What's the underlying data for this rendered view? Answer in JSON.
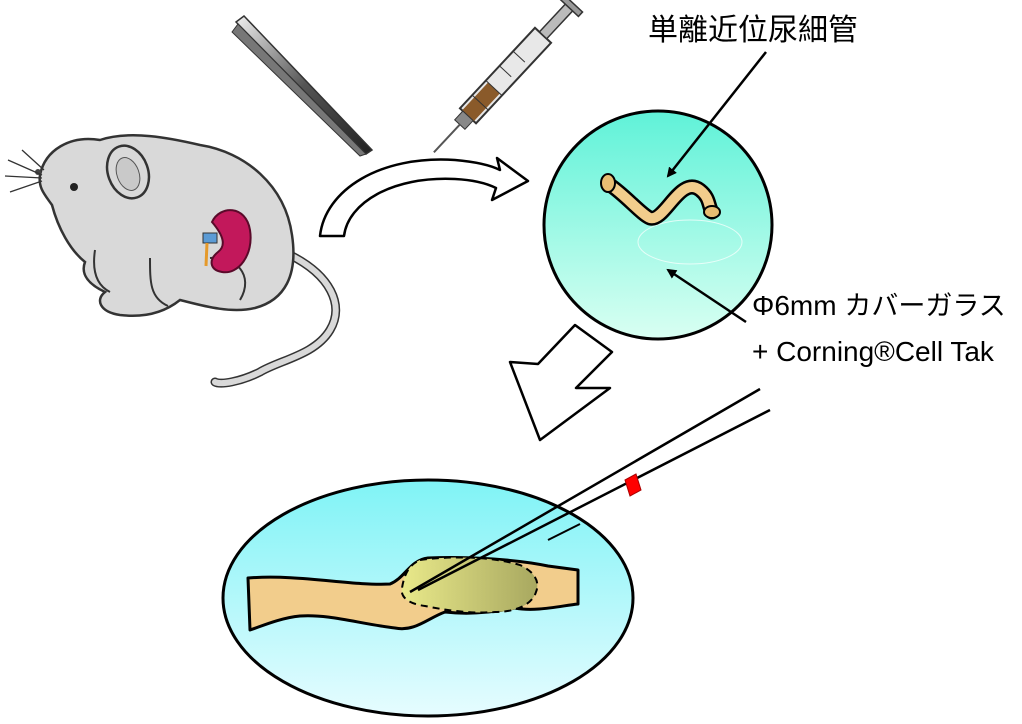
{
  "labels": {
    "tubule": "単離近位尿細管",
    "coverglass_size": "Φ6mm",
    "coverglass_name": "カバーガラス",
    "coating": "+ Corning®Cell Tak"
  },
  "colors": {
    "mouse_body": "#d9d9d9",
    "kidney": "#c2185b",
    "dish_top": "#5ff2d8",
    "dish_bottom": "#d9fff2",
    "dish_lower_top": "#7ff3f6",
    "dish_lower_bottom": "#e6fcff",
    "tubule": "#f2cd8c",
    "patch_area": "#d9dd6a",
    "pipette_mark": "#ff0000"
  },
  "icons": [
    "mouse-icon",
    "tweezers-icon",
    "syringe-icon",
    "curved-arrow-icon",
    "down-arrow-icon",
    "pipette-icon"
  ]
}
